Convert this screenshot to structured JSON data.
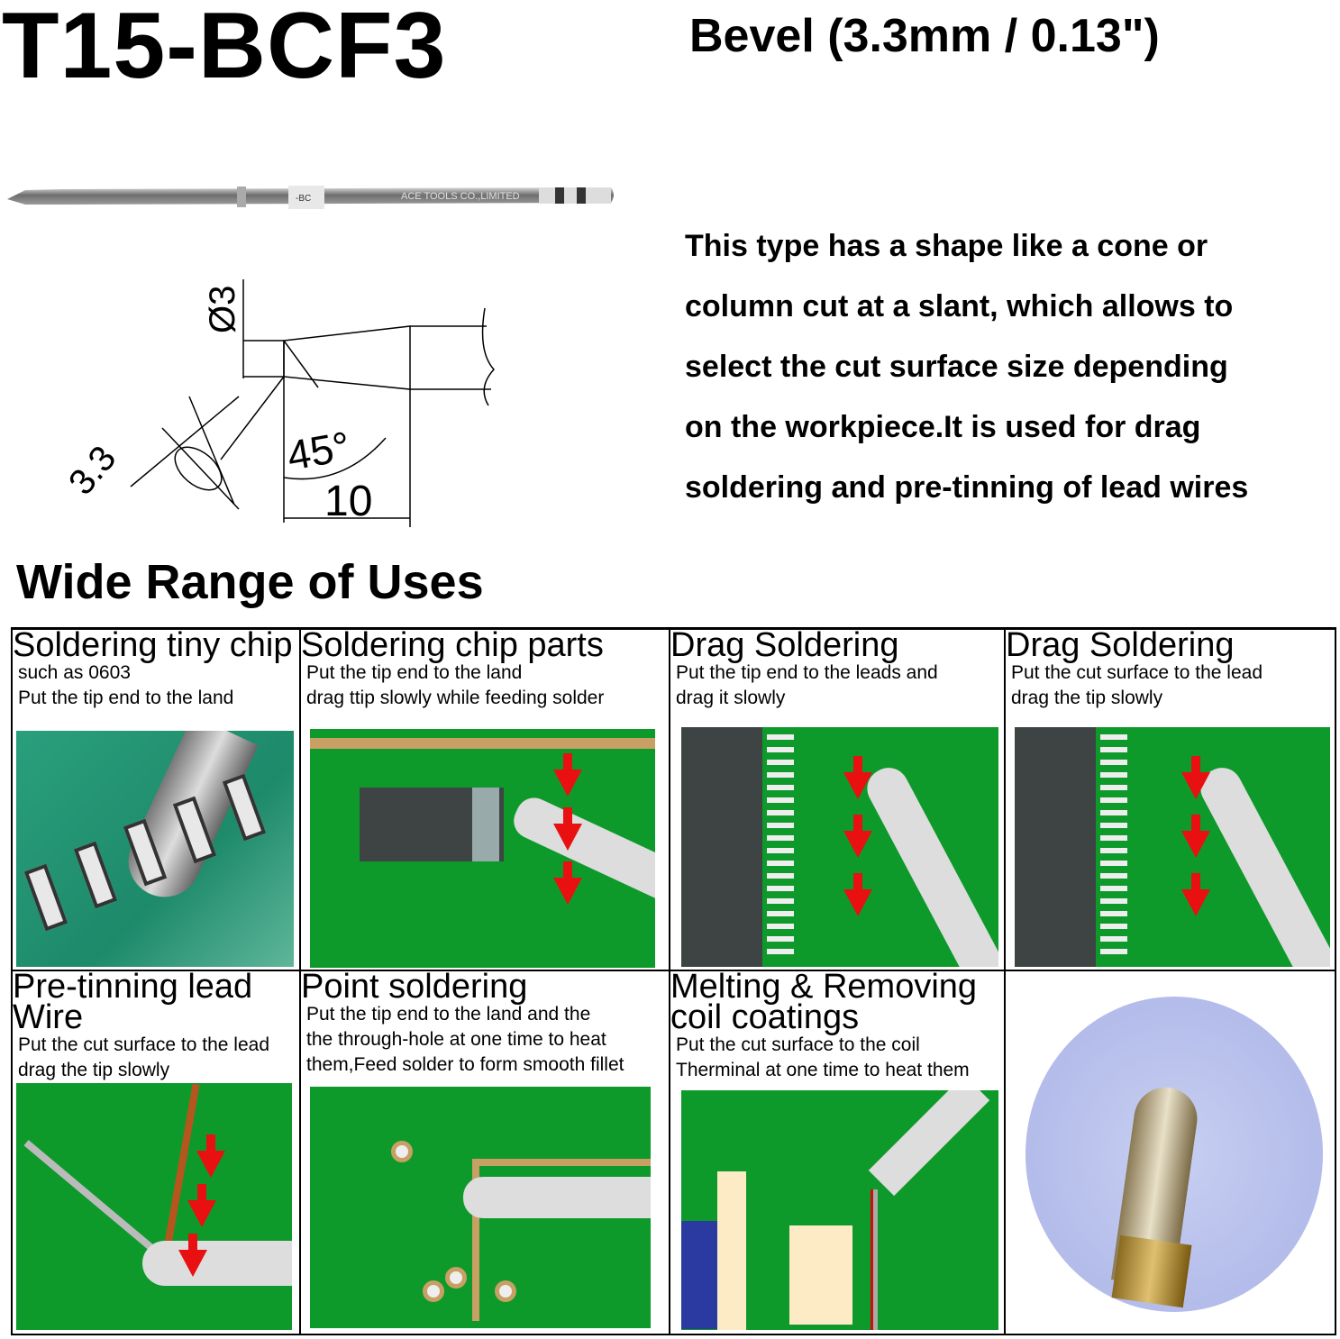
{
  "header": {
    "model": "T15-BCF3",
    "subtitle": "Bevel (3.3mm / 0.13\")"
  },
  "tip_image": {
    "engraving": "ACE TOOLS CO.,LIMITED",
    "label": "-BC"
  },
  "dimensions": {
    "diameter": "Ø3",
    "bevel": "3.3",
    "angle": "45°",
    "length": "10"
  },
  "description": [
    "This type has a shape like a cone or",
    "column cut at a slant, which allows to",
    "select the cut surface size depending",
    "on the workpiece.It is used for drag",
    "soldering and pre-tinning of lead wires"
  ],
  "section_title": "Wide Range of Uses",
  "uses": [
    {
      "title": [
        "Soldering tiny chip"
      ],
      "lines": [
        "such as 0603",
        "Put the tip end to the land"
      ]
    },
    {
      "title": [
        "Soldering chip parts"
      ],
      "lines": [
        "Put the tip end to the land",
        "drag ttip slowly while feeding solder"
      ]
    },
    {
      "title": [
        "Drag Soldering"
      ],
      "lines": [
        "Put the tip end to the leads and",
        "drag it slowly"
      ]
    },
    {
      "title": [
        "Drag Soldering"
      ],
      "lines": [
        "Put the cut surface to the lead",
        "drag the tip slowly"
      ]
    },
    {
      "title": [
        "Pre-tinning lead",
        "Wire"
      ],
      "lines": [
        "Put the cut surface to the lead",
        "drag the tip slowly"
      ]
    },
    {
      "title": [
        "Point soldering"
      ],
      "lines": [
        "Put the tip end to the land and the",
        "the through-hole at one time to heat",
        "them,Feed solder to form smooth fillet"
      ]
    },
    {
      "title": [
        "Melting & Removing",
        "coil coatings"
      ],
      "lines": [
        "Put the cut surface to the coil",
        "Therminal at one time to heat them"
      ]
    },
    {
      "title": [],
      "lines": []
    }
  ],
  "colors": {
    "pcb_green": "#0e9a2a",
    "arrow_red": "#e81010",
    "photo_bg": "#b7c0ea",
    "chip_dark": "#3e4444"
  }
}
